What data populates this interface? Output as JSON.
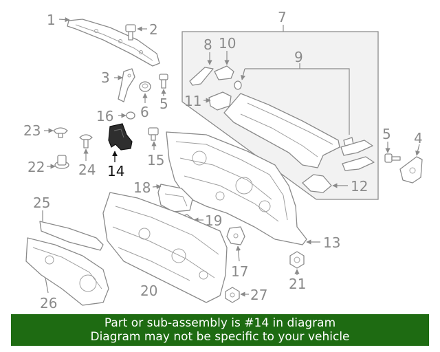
{
  "callouts": {
    "c1": "1",
    "c2": "2",
    "c3": "3",
    "c4": "4",
    "c5a": "5",
    "c5b": "5",
    "c6": "6",
    "c7": "7",
    "c8": "8",
    "c9": "9",
    "c10": "10",
    "c11": "11",
    "c12": "12",
    "c13": "13",
    "c14": "14",
    "c15": "15",
    "c16": "16",
    "c17": "17",
    "c18": "18",
    "c19": "19",
    "c20": "20",
    "c21": "21",
    "c22": "22",
    "c23": "23",
    "c24": "24",
    "c25": "25",
    "c26": "26",
    "c27": "27"
  },
  "highlight_part": "14",
  "banner": {
    "line1": "Part or sub-assembly is #14 in diagram",
    "line2": "Diagram may not be specific to your vehicle",
    "color": "#1e6b12"
  }
}
